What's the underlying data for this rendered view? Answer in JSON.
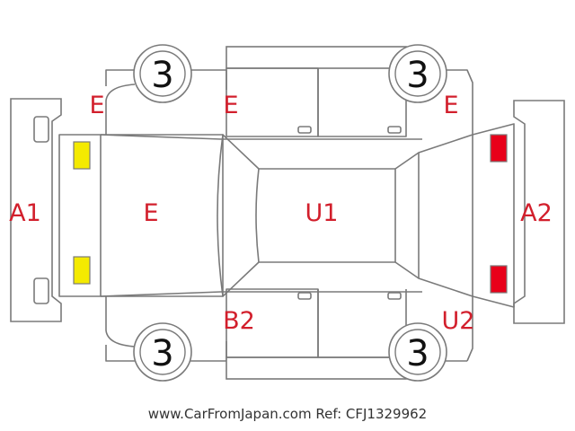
{
  "accent_colors": {
    "code_text": "#d21f2c",
    "lamp_yellow": "#f4ea00",
    "lamp_red": "#e8001a",
    "outline": "#7a7a7a"
  },
  "wheels": {
    "front_left": "3",
    "front_right": "3",
    "rear_left": "3",
    "rear_right": "3"
  },
  "codes": {
    "front_fender_left": "E",
    "front_door_left": "E",
    "rear_quarter_left": "E",
    "front_bumper": "A1",
    "hood": "E",
    "roof": "U1",
    "rear_bumper": "A2",
    "front_door_right": "B2",
    "rear_quarter_right": "U2"
  },
  "lamps": {
    "front": "yellow-lamp-icon",
    "rear": "red-lamp-icon"
  },
  "footer": {
    "watermark": "www.CarFromJapan.com Ref: CFJ1329962"
  }
}
